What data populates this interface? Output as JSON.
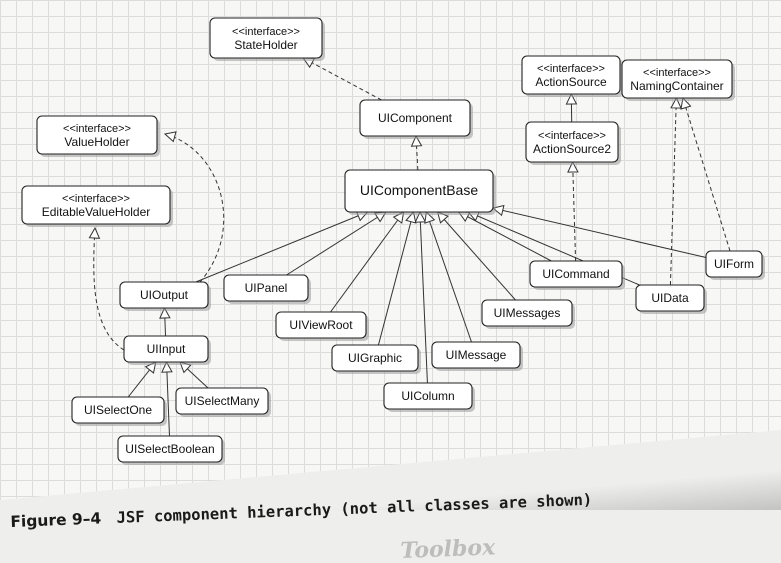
{
  "nodes": [
    {
      "id": "StateHolder",
      "lines": [
        "<<interface>>",
        "StateHolder"
      ]
    },
    {
      "id": "UIComponent",
      "lines": [
        "UIComponent"
      ]
    },
    {
      "id": "ActionSource",
      "lines": [
        "<<interface>>",
        "ActionSource"
      ]
    },
    {
      "id": "ActionSource2",
      "lines": [
        "<<interface>>",
        "ActionSource2"
      ]
    },
    {
      "id": "NamingContainer",
      "lines": [
        "<<interface>>",
        "NamingContainer"
      ]
    },
    {
      "id": "ValueHolder",
      "lines": [
        "<<interface>>",
        "ValueHolder"
      ]
    },
    {
      "id": "EditableValueHolder",
      "lines": [
        "<<interface>>",
        "EditableValueHolder"
      ]
    },
    {
      "id": "UIComponentBase",
      "lines": [
        "UIComponentBase"
      ]
    },
    {
      "id": "UIOutput",
      "lines": [
        "UIOutput"
      ]
    },
    {
      "id": "UIPanel",
      "lines": [
        "UIPanel"
      ]
    },
    {
      "id": "UIViewRoot",
      "lines": [
        "UIViewRoot"
      ]
    },
    {
      "id": "UIGraphic",
      "lines": [
        "UIGraphic"
      ]
    },
    {
      "id": "UIColumn",
      "lines": [
        "UIColumn"
      ]
    },
    {
      "id": "UIMessage",
      "lines": [
        "UIMessage"
      ]
    },
    {
      "id": "UIMessages",
      "lines": [
        "UIMessages"
      ]
    },
    {
      "id": "UICommand",
      "lines": [
        "UICommand"
      ]
    },
    {
      "id": "UIData",
      "lines": [
        "UIData"
      ]
    },
    {
      "id": "UIForm",
      "lines": [
        "UIForm"
      ]
    },
    {
      "id": "UIInput",
      "lines": [
        "UIInput"
      ]
    },
    {
      "id": "UISelectOne",
      "lines": [
        "UISelectOne"
      ]
    },
    {
      "id": "UISelectMany",
      "lines": [
        "UISelectMany"
      ]
    },
    {
      "id": "UISelectBoolean",
      "lines": [
        "UISelectBoolean"
      ]
    }
  ],
  "edges": [
    {
      "from": "UIComponent",
      "to": "StateHolder",
      "style": "dashed"
    },
    {
      "from": "UIComponentBase",
      "to": "UIComponent",
      "style": "dashed"
    },
    {
      "from": "ActionSource2",
      "to": "ActionSource",
      "style": "solid"
    },
    {
      "from": "UICommand",
      "to": "ActionSource2",
      "style": "dashed"
    },
    {
      "from": "UIData",
      "to": "NamingContainer",
      "style": "dashed"
    },
    {
      "from": "UIForm",
      "to": "NamingContainer",
      "style": "dashed"
    },
    {
      "from": "UIOutput",
      "to": "ValueHolder",
      "style": "dashed"
    },
    {
      "from": "UIInput",
      "to": "EditableValueHolder",
      "style": "dashed"
    },
    {
      "from": "UIOutput",
      "to": "UIComponentBase",
      "style": "solid"
    },
    {
      "from": "UIPanel",
      "to": "UIComponentBase",
      "style": "solid"
    },
    {
      "from": "UIViewRoot",
      "to": "UIComponentBase",
      "style": "solid"
    },
    {
      "from": "UIGraphic",
      "to": "UIComponentBase",
      "style": "solid"
    },
    {
      "from": "UIColumn",
      "to": "UIComponentBase",
      "style": "solid"
    },
    {
      "from": "UIMessage",
      "to": "UIComponentBase",
      "style": "solid"
    },
    {
      "from": "UIMessages",
      "to": "UIComponentBase",
      "style": "solid"
    },
    {
      "from": "UICommand",
      "to": "UIComponentBase",
      "style": "solid"
    },
    {
      "from": "UIData",
      "to": "UIComponentBase",
      "style": "solid"
    },
    {
      "from": "UIForm",
      "to": "UIComponentBase",
      "style": "solid"
    },
    {
      "from": "UIInput",
      "to": "UIOutput",
      "style": "solid"
    },
    {
      "from": "UISelectOne",
      "to": "UIInput",
      "style": "solid"
    },
    {
      "from": "UISelectMany",
      "to": "UIInput",
      "style": "solid"
    },
    {
      "from": "UISelectBoolean",
      "to": "UIInput",
      "style": "solid"
    }
  ],
  "caption": {
    "number": "Figure 9–4",
    "text": "JSF component hierarchy (not all classes are shown)"
  },
  "bleed_through": "Toolbox"
}
